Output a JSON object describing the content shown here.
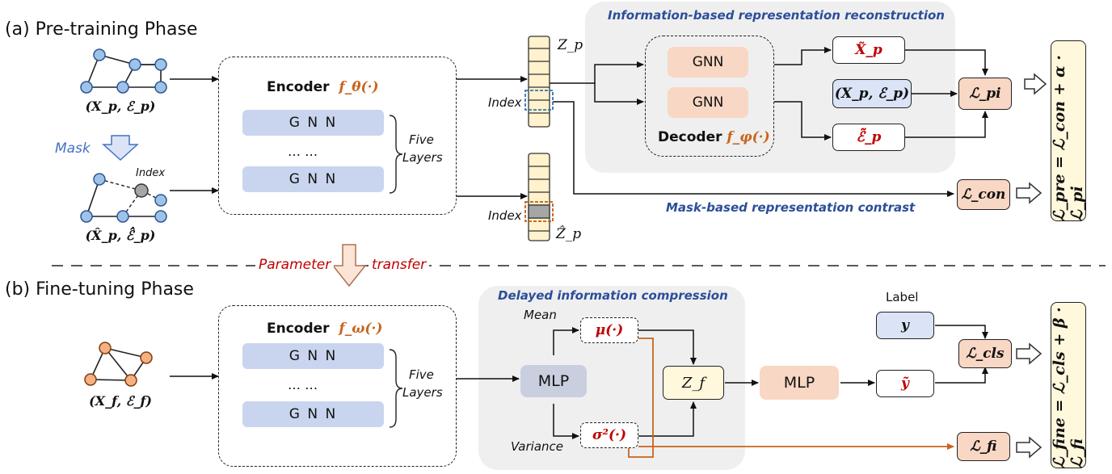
{
  "pretrain": {
    "phase_label": "(a) Pre-training Phase",
    "graph_label": "(X_p, ℰ_p)",
    "mask_label": "Mask",
    "masked_index": "Index",
    "masked_graph_label": "(X̂_p, ℰ̂_p)",
    "encoder_title": "Encoder",
    "encoder_fn": "f_θ(·)",
    "gnn_top": "G N N",
    "dots": "… …",
    "gnn_bottom": "G N N",
    "five": "Five",
    "layers": "Layers",
    "zp": "Z_p",
    "zp_hat": "Ẑ_p",
    "index_top": "Index",
    "index_bottom": "Index",
    "recon_title": "Information-based representation reconstruction",
    "gnn1": "GNN",
    "gnn2": "GNN",
    "decoder_title": "Decoder",
    "decoder_fn": "f_φ(·)",
    "x_tilde": "X̃_p",
    "xe": "(X_p, ℰ_p)",
    "e_tilde": "ℰ̃_p",
    "loss_pi": "ℒ_pi",
    "loss_con": "ℒ_con",
    "contrast_title": "Mask-based representation contrast",
    "loss_pre": "ℒ_pre = ℒ_con + α · ℒ_pi"
  },
  "transfer": {
    "param": "Parameter",
    "transfer": "transfer"
  },
  "finetune": {
    "phase_label": "(b) Fine-tuning Phase",
    "graph_label": "(X_f, ℰ_f)",
    "encoder_title": "Encoder",
    "encoder_fn": "f_ω(·)",
    "gnn_top": "G N N",
    "dots": "… …",
    "gnn_bottom": "G N N",
    "five": "Five",
    "layers": "Layers",
    "compress_title": "Delayed information compression",
    "mlp1": "MLP",
    "mean": "Mean",
    "variance": "Variance",
    "mu": "μ(·)",
    "sigma": "σ²(·)",
    "zf": "Z_f",
    "mlp2": "MLP",
    "label": "Label",
    "y": "y",
    "y_tilde": "ỹ",
    "loss_cls": "ℒ_cls",
    "loss_fi": "ℒ_fi",
    "loss_fine": "ℒ_fine = ℒ_cls + β · ℒ_fi"
  },
  "colors": {
    "node_blue": "#9dc3e6",
    "node_orange": "#f4b183",
    "accent_orange": "#c8641d",
    "title_blue": "#2c4e9a",
    "red": "#c00000"
  }
}
